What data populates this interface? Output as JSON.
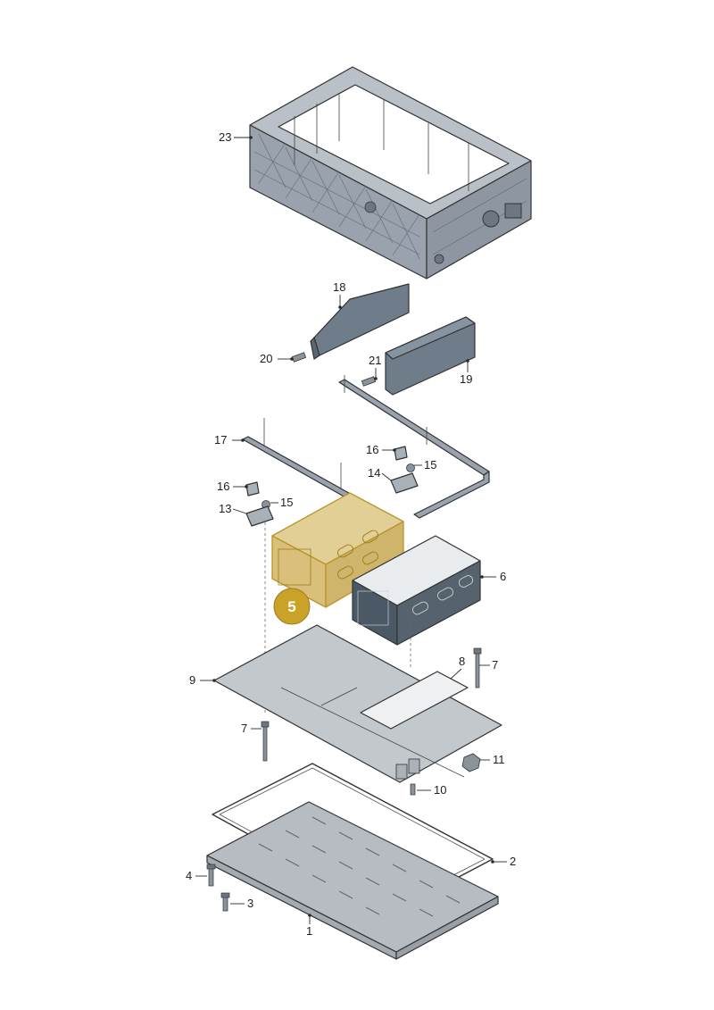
{
  "diagram": {
    "highlight_callout": "5",
    "labels": {
      "p1": "1",
      "p2": "2",
      "p3": "3",
      "p4": "4",
      "p6": "6",
      "p7a": "7",
      "p7b": "7",
      "p8": "8",
      "p9": "9",
      "p10": "10",
      "p11": "11",
      "p13": "13",
      "p14": "14",
      "p15a": "15",
      "p15b": "15",
      "p16a": "16",
      "p16b": "16",
      "p17": "17",
      "p18": "18",
      "p19": "19",
      "p20": "20",
      "p21": "21",
      "p23": "23"
    },
    "colors": {
      "highlight": "#c9a227",
      "highlight_fill": "#d9bf7a",
      "frame": "#9aa3ad",
      "panel": "#6f7c8a",
      "plate": "#c3c8cd",
      "tray": "#b6bcc2",
      "module_dark": "#4b5866"
    }
  }
}
